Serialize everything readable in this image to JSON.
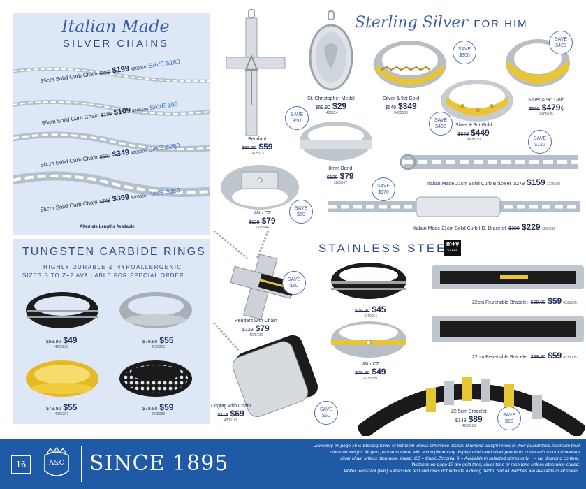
{
  "chains": {
    "title_script": "Italian Made",
    "title_caps": "SILVER CHAINS",
    "note": "Alternate Lengths Available",
    "items": [
      {
        "name": "55cm Solid Curb Chain",
        "old": "$359",
        "price": "$199",
        "code": "4205101",
        "save": "SAVE $160"
      },
      {
        "name": "55cm Solid Curb Chain",
        "old": "$199",
        "price": "$109",
        "code": "4205104",
        "save": "SAVE $90"
      },
      {
        "name": "50cm Solid Curb Chain",
        "old": "$599",
        "price": "$349",
        "code": "4205105",
        "save": "SAVE $250"
      },
      {
        "name": "55cm Solid Curb Chain",
        "old": "$749",
        "price": "$399",
        "code": "4205107",
        "save": "SAVE $350"
      }
    ]
  },
  "tungsten": {
    "title": "TUNGSTEN CARBIDE RINGS",
    "sub1": "HIGHLY DURABLE & HYPOALLERGENIC",
    "sub2": "SIZES S TO Z+2 AVAILABLE FOR SPECIAL ORDER",
    "items": [
      {
        "old": "$89.90",
        "price": "$49",
        "code": "4235236"
      },
      {
        "old": "$79.90",
        "price": "$55",
        "code": "4235305"
      },
      {
        "old": "$79.90",
        "price": "$55",
        "code": "4235297"
      },
      {
        "old": "$79.90",
        "price": "$59",
        "code": "4235083"
      }
    ]
  },
  "sterling": {
    "title_script": "Sterling Silver",
    "title_caps": "FOR HIM",
    "items": {
      "pendant": {
        "name": "Pendant",
        "old": "$89.90",
        "price": "$59",
        "code": "1405013"
      },
      "st_christopher": {
        "name": "St. Christopher Medal",
        "old": "$69.90",
        "price": "$29",
        "code": "1405024"
      },
      "ring1": {
        "name": "Silver & 9ct Gold",
        "old": "$649",
        "price": "$349",
        "code": "8405036",
        "save": [
          "SAVE",
          "$300"
        ]
      },
      "ring2": {
        "name": "Silver & 9ct Gold",
        "old": "$899",
        "price": "$479",
        "suffix": "§",
        "code": "8405035",
        "save": [
          "SAVE",
          "$420"
        ]
      },
      "ring3": {
        "name": "Silver & 9ct Gold",
        "old": "$849",
        "price": "$449",
        "code": "8405030",
        "save": [
          "SAVE",
          "$400"
        ]
      },
      "band": {
        "name": "8mm Band",
        "old": "$129",
        "price": "$79",
        "code": "1285007",
        "save": [
          "SAVE",
          "$50"
        ]
      },
      "cz_ring": {
        "name": "With CZ",
        "old": "$129",
        "price": "$79",
        "code": "1325044",
        "save": [
          "SAVE",
          "$50"
        ]
      },
      "curb_bracelet": {
        "name": "Italian Made 21cm Solid Curb Bracelet",
        "old": "$279",
        "price": "$159",
        "code": "1275022",
        "save": [
          "SAVE",
          "$120"
        ]
      },
      "id_bracelet": {
        "name": "Italian Made 21cm Solid Curb I.D. Bracelet",
        "old": "$399",
        "price": "$229",
        "code": "1285032",
        "save": [
          "SAVE",
          "$170"
        ]
      }
    }
  },
  "stainless": {
    "title": "STAINLESS STEEL",
    "brand_top": "m+y",
    "brand_bottom": "STEEL",
    "items": {
      "pendant_chain": {
        "name": "Pendant with Chain",
        "old": "$129",
        "price": "$79",
        "code": "4235102",
        "save": [
          "SAVE",
          "$50"
        ]
      },
      "dogtag": {
        "name": "Dogtag with Chain",
        "old": "$119",
        "price": "$69",
        "code": "4235101",
        "save": [
          "SAVE",
          "$50"
        ]
      },
      "black_ring": {
        "old": "$79.90",
        "price": "$45",
        "code": "4240564"
      },
      "cz_ring": {
        "name": "With CZ",
        "old": "$79.90",
        "price": "$49",
        "code": "4235299"
      },
      "rev_bracelet1": {
        "name": "22cm Reversible Bracelet",
        "old": "$99.90",
        "price": "$59",
        "code": "4235006"
      },
      "rev_bracelet2": {
        "name": "22cm Reversible Bracelet",
        "old": "$99.90",
        "price": "$59",
        "code": "4235005"
      },
      "bracelet": {
        "name": "22.5cm Bracelet",
        "old": "$149",
        "price": "$89",
        "code": "4235013",
        "save": [
          "SAVE",
          "$60"
        ]
      }
    }
  },
  "footer": {
    "page": "16",
    "logo": "A&C",
    "since": "SINCE 1895",
    "fineprint": [
      "Jewellery on page 16 is Sterling Silver or 9ct Gold unless otherwise stated. Diamond weight refers to their guaranteed minimum total",
      "diamond weight. All gold pendants come with a complimentary display chain and silver pendants come with a complimentary",
      "silver chain unless otherwise stated. CZ = Cubic Zirconia. § = Available in selected stores only. • = No diamond content.",
      "Watches on page 17 are gold tone, silver tone or rose tone unless otherwise stated.",
      "Water Resistant (WR) = Pressure test and does not indicate a diving depth. Not all watches are available in all stores."
    ]
  },
  "colors": {
    "accent": "#3a5fae",
    "footer_bg": "#1f5aa6",
    "panel_bg": "#dde7f5",
    "gold": "#e8c437"
  }
}
